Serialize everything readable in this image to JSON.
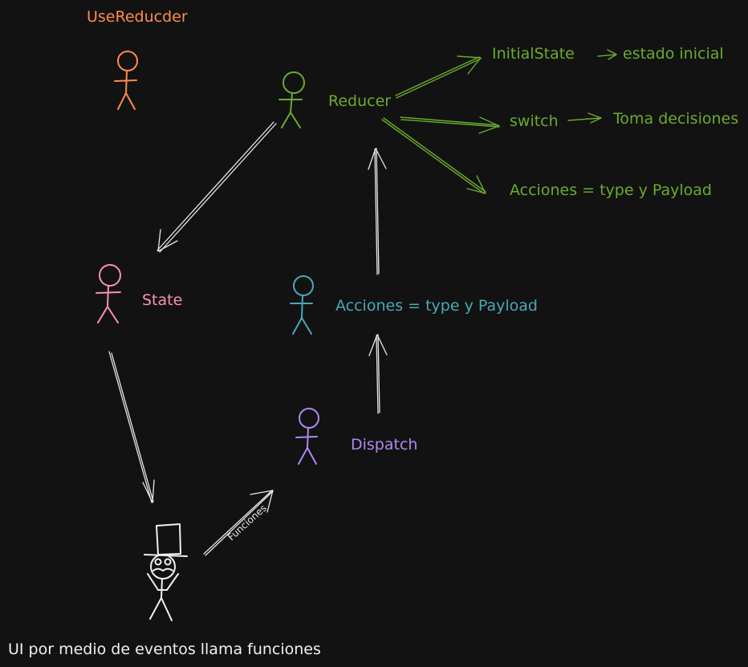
{
  "title": "UseReducder",
  "colors": {
    "background": "#121212",
    "title": "#ff8c4a",
    "reducer": "#6aab2d",
    "state": "#ff8fb4",
    "actions": "#49a8b8",
    "dispatch": "#b088f0",
    "ui": "#f0f0f0",
    "arrows": "#e8e8e8"
  },
  "nodes": {
    "reducer": {
      "label": "Reducer"
    },
    "state": {
      "label": "State"
    },
    "actions": {
      "label": "Acciones = type y Payload"
    },
    "dispatch": {
      "label": "Dispatch"
    },
    "ui": {
      "label": "UI por medio de eventos llama funciones"
    }
  },
  "reducer_details": {
    "initial_state": {
      "term": "InitialState",
      "meaning": "estado inicial"
    },
    "switch": {
      "term": "switch",
      "meaning": "Toma decisiones"
    },
    "actions": {
      "term": "Acciones = type y Payload"
    }
  },
  "edges": {
    "ui_to_dispatch": {
      "label": "Funciones"
    }
  }
}
